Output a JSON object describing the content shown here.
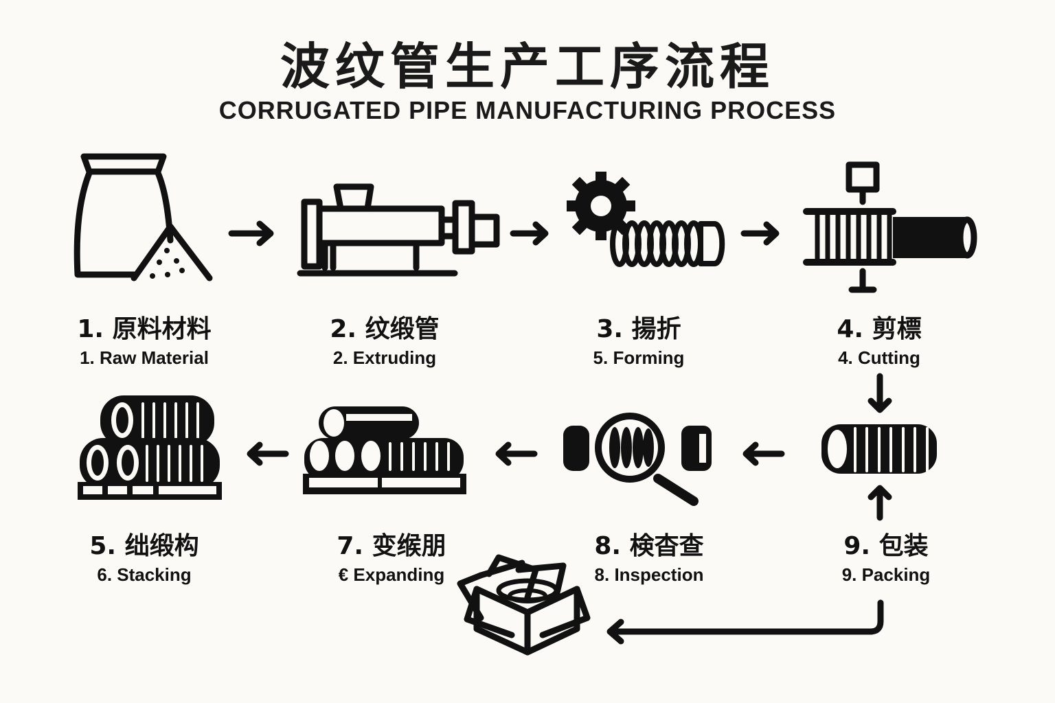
{
  "title": {
    "zh": "波纹管生产工序流程",
    "en": "CORRUGATED PIPE MANUFACTURING PROCESS"
  },
  "steps": [
    {
      "zh": "1. 原料材料",
      "en": "1. Raw Material",
      "icon": "raw-material-bag-icon"
    },
    {
      "zh": "2. 纹缎管",
      "en": "2. Extruding",
      "icon": "extruder-machine-icon"
    },
    {
      "zh": "3. 揚折",
      "en": "5. Forming",
      "icon": "gear-forming-icon"
    },
    {
      "zh": "4. 剪標",
      "en": "4. Cutting",
      "icon": "cutting-pipe-icon"
    },
    {
      "zh": "9. 包装",
      "en": "9. Packing",
      "icon": "compressed-pipe-icon"
    },
    {
      "zh": "8. 検杳查",
      "en": "8. Inspection",
      "icon": "magnifier-inspection-icon"
    },
    {
      "zh": "7. 变缑朋",
      "en": "€ Expanding",
      "icon": "pipes-on-pallet-icon"
    },
    {
      "zh": "5. 绌缎构",
      "en": "6. Stacking",
      "icon": "stacked-pipes-icon"
    }
  ],
  "final": {
    "icon": "open-box-icon"
  },
  "colors": {
    "background": "#fbfaf6",
    "ink": "#111111"
  }
}
